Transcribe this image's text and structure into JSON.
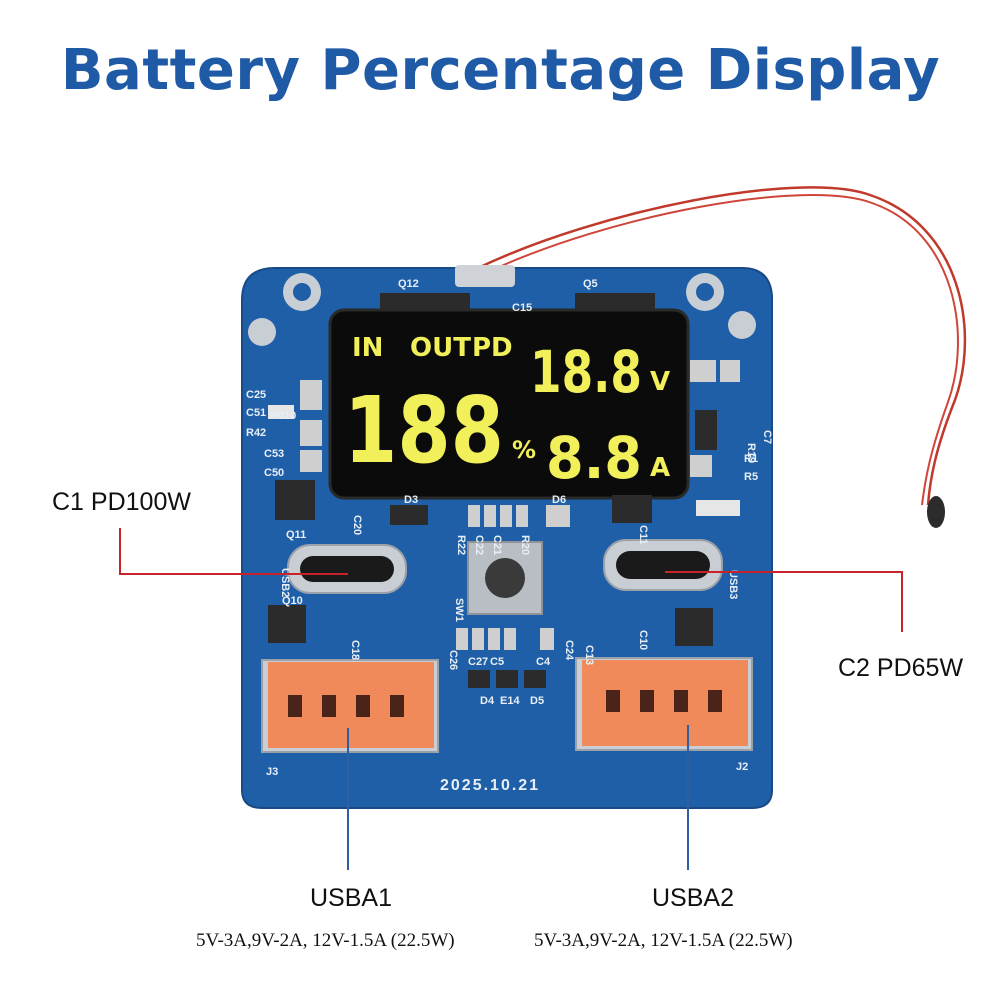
{
  "title": "Battery Percentage Display",
  "display": {
    "in_label": "IN",
    "out_label": "OUT",
    "pd_label": "PD",
    "percent_value": "188",
    "percent_unit": "%",
    "voltage_value": "18.8",
    "voltage_unit": "V",
    "current_value": "8.8",
    "current_unit": "A"
  },
  "board": {
    "date": "2025.10.21",
    "silkscreen": [
      "Q12",
      "Q5",
      "C15",
      "C25",
      "C51",
      "R42",
      "R010",
      "C53",
      "C50",
      "Q11",
      "C20",
      "D3",
      "R22",
      "C22",
      "C21",
      "R20",
      "D6",
      "C11",
      "USB2",
      "Q10",
      "SW1",
      "USB3",
      "C18",
      "C26",
      "C27",
      "C5",
      "C4",
      "C24",
      "C13",
      "C10",
      "D4",
      "E14",
      "D5",
      "J3",
      "J2",
      "R19",
      "C7",
      "R1",
      "R5"
    ]
  },
  "callouts": {
    "c1": "C1 PD100W",
    "c2": "C2 PD65W",
    "usba1": "USBA1",
    "usba1_spec": "5V-3A,9V-2A, 12V-1.5A (22.5W)",
    "usba2": "USBA2",
    "usba2_spec": "5V-3A,9V-2A, 12V-1.5A (22.5W)"
  },
  "colors": {
    "title": "#1f5aa6",
    "pcb": "#1f5fa8",
    "lcd_text": "#f2f05a",
    "leader_red": "#c8232a",
    "leader_blue": "#2f5fa0",
    "usb_a_orange": "#f08a5a"
  }
}
